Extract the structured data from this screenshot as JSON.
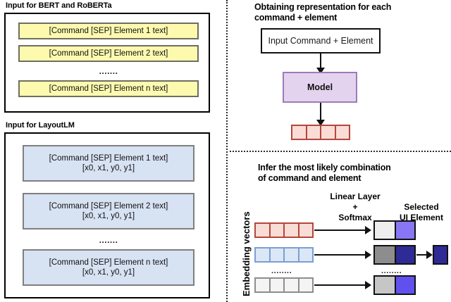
{
  "diagram": {
    "left": {
      "bert": {
        "header": "Input for BERT and RoBERTa",
        "items": [
          {
            "line1": "[Command [SEP] Element 1 text]"
          },
          {
            "line1": "[Command [SEP] Element 2 text]"
          },
          {
            "line1": "[Command [SEP] Element n text]"
          }
        ],
        "ellipsis": "......."
      },
      "layoutlm": {
        "header": "Input for LayoutLM",
        "items": [
          {
            "line1": "[Command [SEP] Element 1 text]",
            "line2": "[x0, x1, y0, y1]"
          },
          {
            "line1": "[Command [SEP] Element 2 text]",
            "line2": "[x0, x1, y0, y1]"
          },
          {
            "line1": "[Command [SEP] Element n text]",
            "line2": "[x0, x1, y0, y1]"
          }
        ],
        "ellipsis": "......."
      }
    },
    "right_top": {
      "title_line1": "Obtaining representation for each",
      "title_line2": "command + element",
      "input_box": "Input Command + Element",
      "model_box": "Model"
    },
    "right_bottom": {
      "title_line1": "Infer the most likely combination",
      "title_line2": "of command and element",
      "embedding_label": "Embedding vectors",
      "linear_label_line1": "Linear Layer",
      "linear_label_line2": "+",
      "linear_label_line3": "Softmax",
      "selected_label_line1": "Selected",
      "selected_label_line2": "UI Element",
      "row_ellipsis": "........",
      "out_ellipsis": "........"
    },
    "colors": {
      "yellow_fill": "#fdfab0",
      "yellow_border": "#6e6e5e",
      "blue_fill": "#d7e2f3",
      "blue_border": "#7f7f7f",
      "model_fill": "#e3d3ee",
      "model_border": "#9b7bbd",
      "pink_fill": "#fadcd6",
      "pink_border": "#b5453b",
      "vec_blue_fill": "#dbe6f6",
      "vec_blue_border": "#7b9fd4",
      "vec_gray_fill": "#f4f4f4",
      "vec_gray_border": "#8d8d8d",
      "soft_light_gray": "#eeeeee",
      "soft_light_purple": "#8877f5",
      "soft_mid_gray": "#8d8d8d",
      "soft_dark_navy": "#2e2b96",
      "soft_gray3": "#c6c6c6",
      "soft_purple3": "#6051ef",
      "selected_navy": "#2e2b96"
    }
  }
}
